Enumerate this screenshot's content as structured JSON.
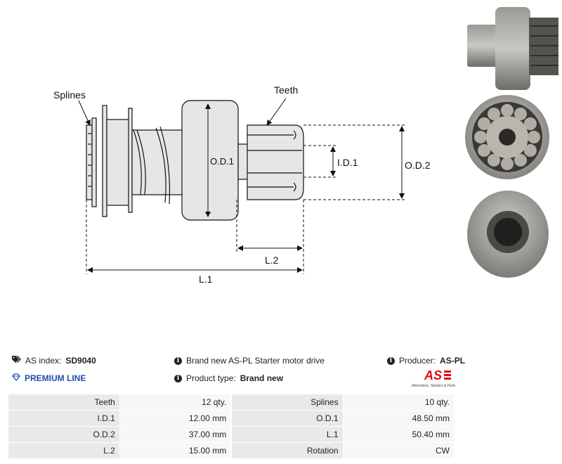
{
  "diagram": {
    "labels": {
      "splines": "Splines",
      "teeth": "Teeth",
      "od1": "O.D.1",
      "id1": "I.D.1",
      "od2": "O.D.2",
      "l2": "L.2",
      "l1": "L.1"
    }
  },
  "info": {
    "as_index_label": "AS index:",
    "as_index_value": "SD9040",
    "premium_line": "PREMIUM LINE",
    "description": "Brand new AS-PL Starter motor drive",
    "product_type_label": "Product type:",
    "product_type_value": "Brand new",
    "producer_label": "Producer:",
    "producer_value": "AS-PL"
  },
  "logo": {
    "mark": "AS",
    "tagline": "Alternators, Starters & Parts",
    "color": "#e30613"
  },
  "specs": [
    {
      "l1": "Teeth",
      "v1": "12 qty.",
      "l2": "Splines",
      "v2": "10 qty."
    },
    {
      "l1": "I.D.1",
      "v1": "12.00 mm",
      "l2": "O.D.1",
      "v2": "48.50 mm"
    },
    {
      "l1": "O.D.2",
      "v1": "37.00 mm",
      "l2": "L.1",
      "v2": "50.40 mm"
    },
    {
      "l1": "L.2",
      "v1": "15.00 mm",
      "l2": "Rotation",
      "v2": "CW"
    }
  ]
}
